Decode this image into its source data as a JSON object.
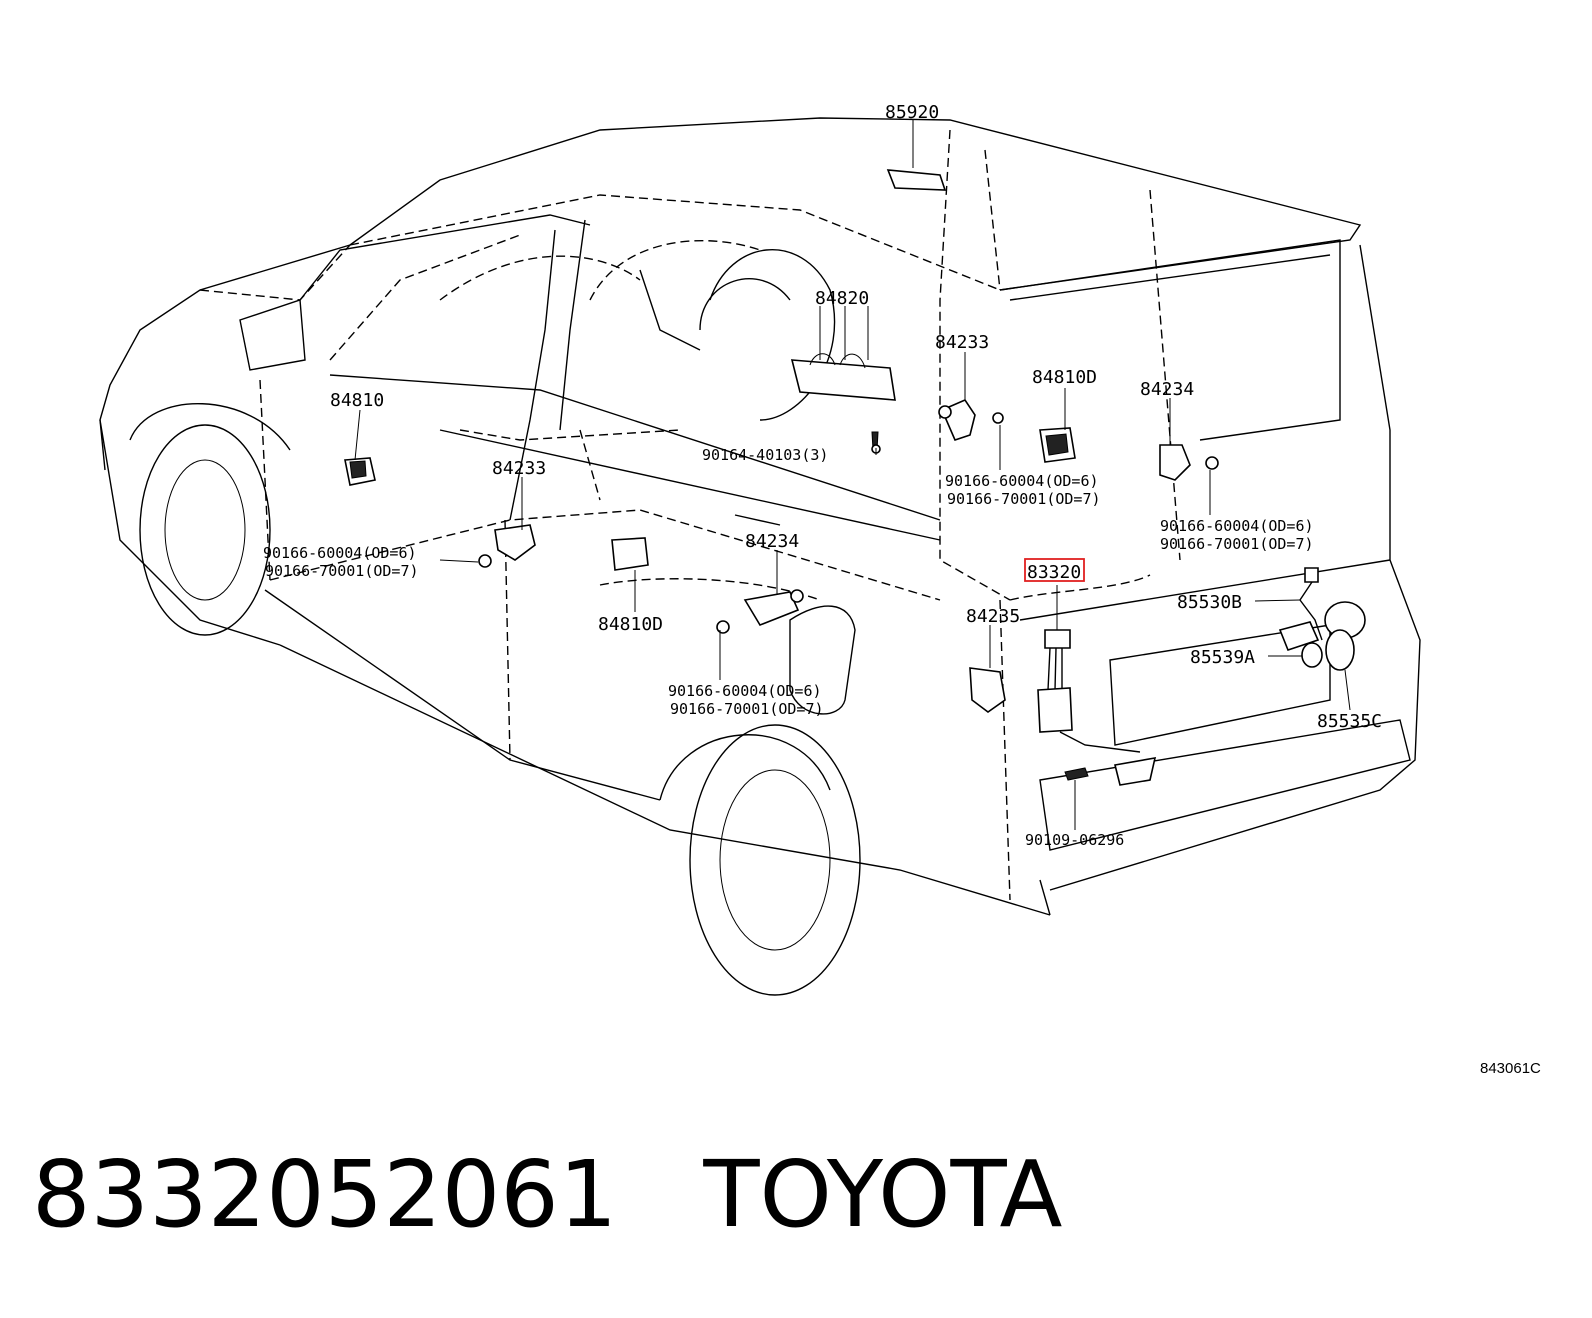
{
  "diagram": {
    "reference_code": "843061C",
    "highlighted_part": "83320",
    "labels": {
      "p85920": "85920",
      "p84820": "84820",
      "p84233_top": "84233",
      "p84810D_top": "84810D",
      "p84234_right": "84234",
      "p84810": "84810",
      "p84233_left": "84233",
      "p90164": "90164-40103(3)",
      "p90166_60004_a": "90166-60004(OD=6)",
      "p90166_70001_a": "90166-70001(OD=7)",
      "p90166_60004_b": "90166-60004(OD=6)",
      "p90166_70001_b": "90166-70001(OD=7)",
      "p90166_60004_c": "90166-60004(OD=6)",
      "p90166_70001_c": "90166-70001(OD=7)",
      "p90166_60004_d": "90166-60004(OD=6)",
      "p90166_70001_d": "90166-70001(OD=7)",
      "p84234_mid": "84234",
      "p84810D_bottom": "84810D",
      "p83320": "83320",
      "p84235": "84235",
      "p85530B": "85530B",
      "p85539A": "85539A",
      "p85535C": "85535C",
      "p90109": "90109-06296"
    }
  },
  "caption": {
    "part_number": "8332052061",
    "brand": "TOYOTA"
  }
}
